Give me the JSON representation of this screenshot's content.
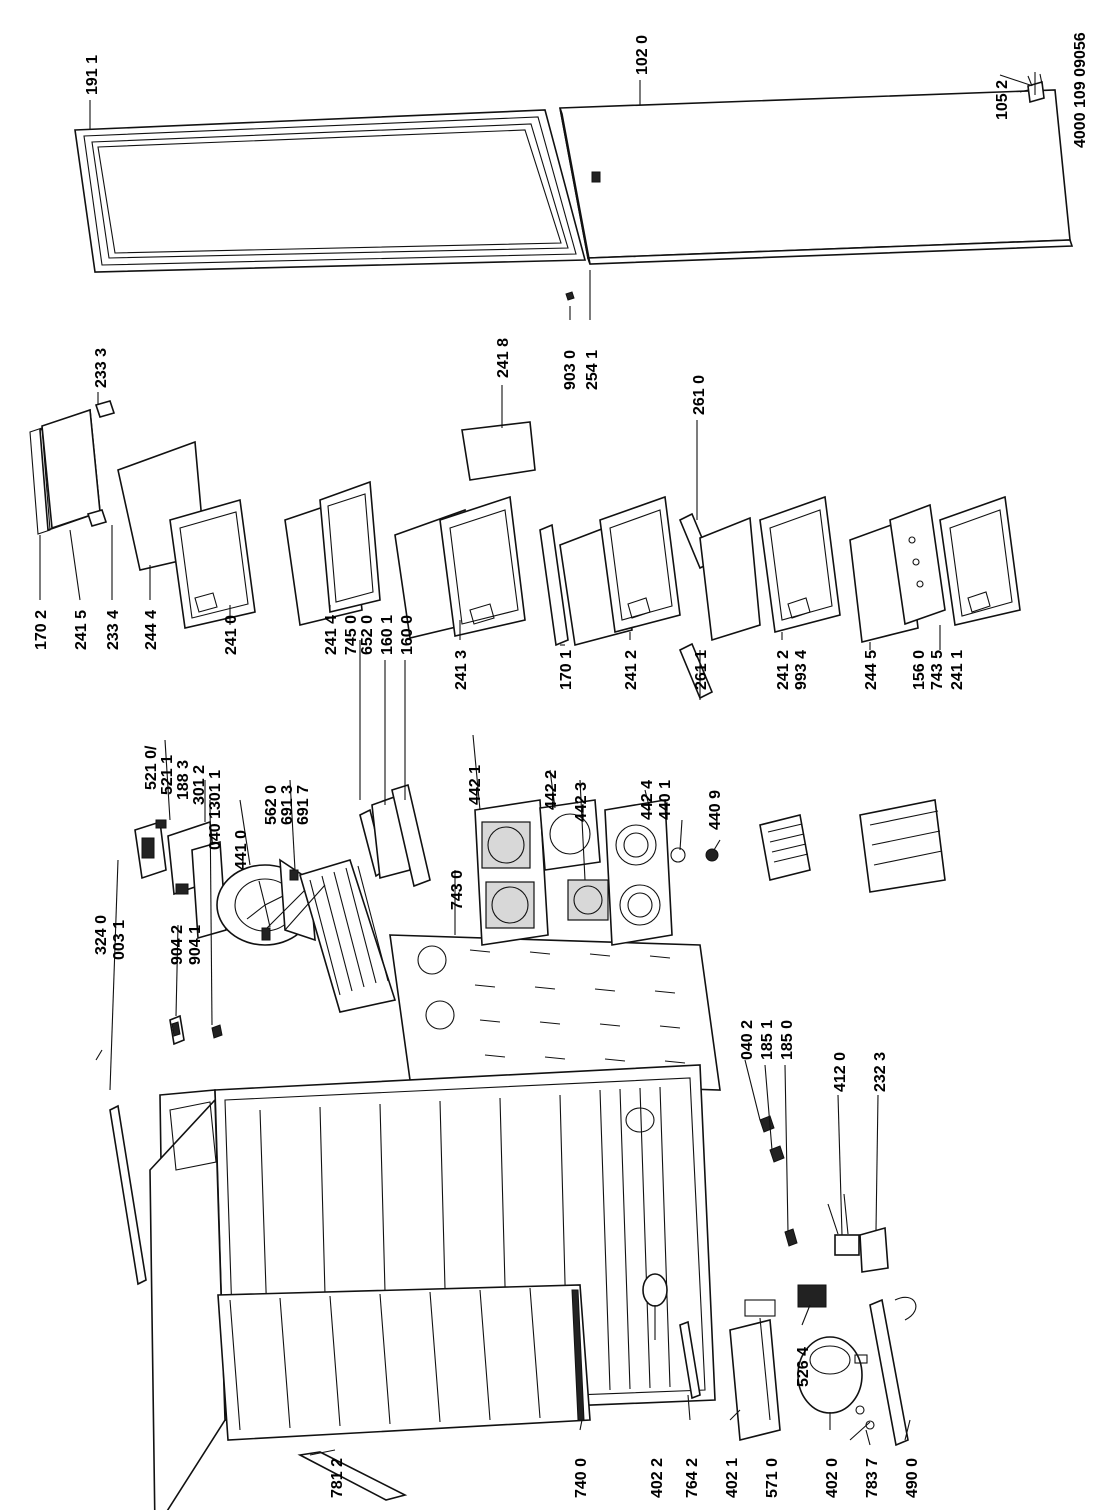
{
  "doc_number": "4000 109 09056",
  "parts": {
    "p1911": "191 1",
    "p1020": "102 0",
    "p1052": "105 2",
    "p9030": "903 0",
    "p2541": "254 1",
    "p2418": "241 8",
    "p2610": "261 0",
    "p2333": "233 3",
    "p1702": "170 2",
    "p2415": "241 5",
    "p2334": "233 4",
    "p2444": "244 4",
    "p2410": "241 0",
    "p2414": "241 4",
    "p7450": "745 0",
    "p6520": "652 0",
    "p1601": "160 1",
    "p1600": "160 0",
    "p2413": "241 3",
    "p1701": "170 1",
    "p2412a": "241 2",
    "p2611": "261 1",
    "p2412b": "241 2",
    "p9934": "993 4",
    "p2445": "244 5",
    "p1560": "156 0",
    "p7435": "743 5",
    "p2411": "241 1",
    "p5210": "521 0/",
    "p5211": "521 1",
    "p1883": "188 3",
    "p3012": "301 2",
    "p3011": "301 1",
    "p0401": "040 1",
    "p4410": "441 0",
    "p5620": "562 0",
    "p6913": "691 3",
    "p6917": "691 7",
    "p3240": "324 0",
    "p0031": "003 1",
    "p9042": "904 2",
    "p9041": "904 1",
    "p7430": "743 0",
    "p4421": "442 1",
    "p4422": "442 2",
    "p4423": "442 3",
    "p4424": "442 4",
    "p4401": "440 1",
    "p4409": "440 9",
    "p0402": "040 2",
    "p1851": "185 1",
    "p1850": "185 0",
    "p4120": "412 0",
    "p2323": "232 3",
    "p5264": "526 4",
    "p7812": "781 2",
    "p7400": "740 0",
    "p4022": "402 2",
    "p7642": "764 2",
    "p4021": "402 1",
    "p5710": "571 0",
    "p4020": "402 0",
    "p7837": "783 7",
    "p4900": "490 0"
  }
}
